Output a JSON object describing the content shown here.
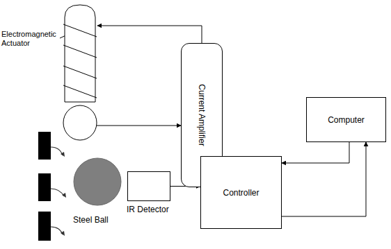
{
  "diagram": {
    "nodes": [
      {
        "text": [
          "Electromagnetic Actuator"
        ]
      },
      {
        "text": [
          "Current Amplifier"
        ]
      },
      {
        "text": [
          "Computer"
        ]
      },
      {
        "text": [
          "Steel Ball"
        ]
      },
      {
        "text": [
          "IR Detector"
        ]
      },
      {
        "text": [
          "Controller"
        ]
      }
    ],
    "edges": [
      {
        "from": 1,
        "to": 0,
        "arrow": "to"
      },
      {
        "from": 0,
        "to": 1,
        "arrow": "to"
      },
      {
        "from": 2,
        "to": 5,
        "arrow": "to"
      },
      {
        "from": 5,
        "to": 2,
        "arrow": "to"
      },
      {
        "from": 4,
        "to": 5,
        "arrow": "to"
      },
      {
        "from": 5,
        "to": 1,
        "arrow": "to"
      }
    ]
  }
}
